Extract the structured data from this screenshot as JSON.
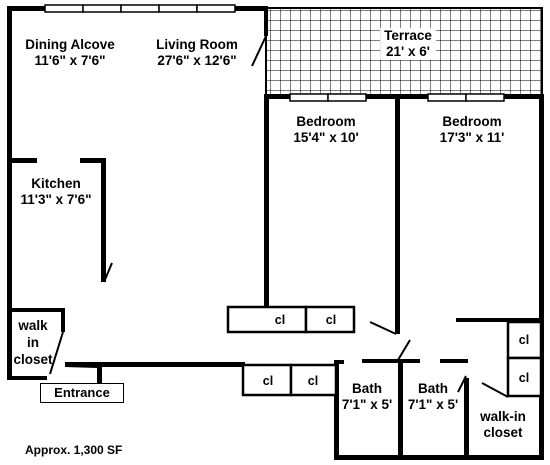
{
  "rooms": {
    "dining_alcove": {
      "name": "Dining Alcove",
      "size": "11'6\" x 7'6\""
    },
    "living_room": {
      "name": "Living Room",
      "size": "27'6\" x 12'6\""
    },
    "terrace": {
      "name": "Terrace",
      "size": "21' x 6'"
    },
    "bedroom_1": {
      "name": "Bedroom",
      "size": "15'4\" x 10'"
    },
    "bedroom_2": {
      "name": "Bedroom",
      "size": "17'3\" x 11'"
    },
    "kitchen": {
      "name": "Kitchen",
      "size": "11'3\" x 7'6\""
    },
    "walk_in_closet_left": {
      "line1": "walk",
      "line2": "in",
      "line3": "closet"
    },
    "bath_1": {
      "name": "Bath",
      "size": "7'1\" x 5'"
    },
    "bath_2": {
      "name": "Bath",
      "size": "7'1\" x 5'"
    },
    "walk_in_closet_right": {
      "line1": "walk-in",
      "line2": "closet"
    }
  },
  "closet_label": "cl",
  "entrance_label": "Entrance",
  "area_note": "Approx. 1,300 SF"
}
